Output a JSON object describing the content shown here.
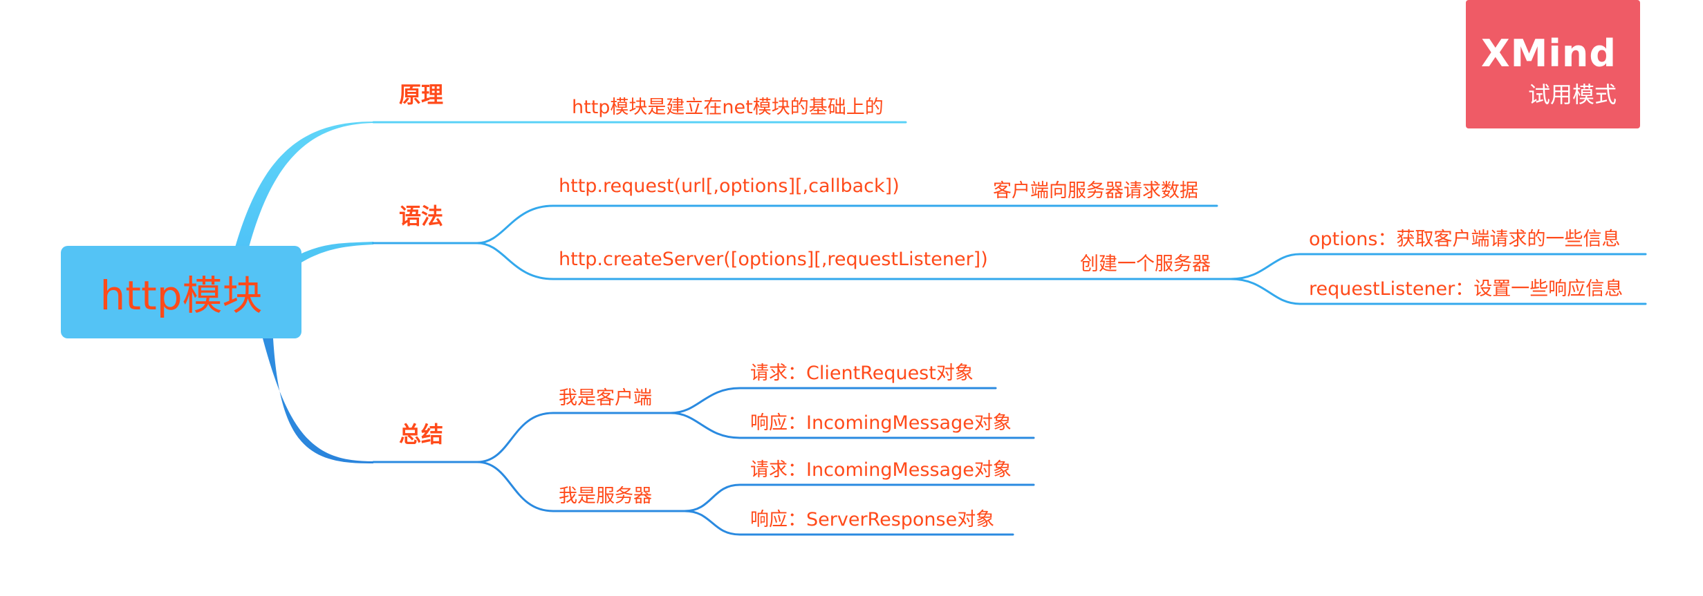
{
  "root": {
    "label": "http模块"
  },
  "watermark": {
    "title": "XMind",
    "subtitle": "试用模式"
  },
  "branches": {
    "principle": {
      "label": "原理",
      "children": [
        "http模块是建立在net模块的基础上的"
      ]
    },
    "syntax": {
      "label": "语法",
      "request": {
        "label": "http.request(url[,options][,callback])",
        "note": "客户端向服务器请求数据"
      },
      "createServer": {
        "label": "http.createServer([options][,requestListener])",
        "note": "创建一个服务器",
        "params": [
          "options：获取客户端请求的一些信息",
          "requestListener：设置一些响应信息"
        ]
      }
    },
    "summary": {
      "label": "总结",
      "client": {
        "label": "我是客户端",
        "items": [
          "请求：ClientRequest对象",
          "响应：IncomingMessage对象"
        ]
      },
      "server": {
        "label": "我是服务器",
        "items": [
          "请求：IncomingMessage对象",
          "响应：ServerResponse对象"
        ]
      }
    }
  },
  "colors": {
    "text": "#ff4a1a",
    "root_fill": "#54c3f5",
    "branch_light": "#5ad1f7",
    "branch_dark": "#2a8ae0",
    "watermark_fill": "#ef5b66"
  }
}
